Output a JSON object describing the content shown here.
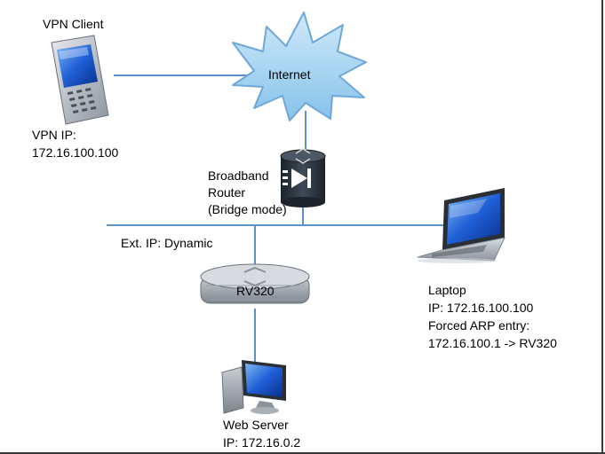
{
  "nodes": {
    "vpn_client": {
      "name": "VPN Client",
      "ip_label": "VPN IP:",
      "ip": "172.16.100.100"
    },
    "internet": {
      "label": "Internet"
    },
    "broadband_router": {
      "line1": "Broadband",
      "line2": "Router",
      "line3": "(Bridge mode)"
    },
    "ext_ip": {
      "label": "Ext. IP: Dynamic"
    },
    "rv320": {
      "label": "RV320"
    },
    "laptop": {
      "name": "Laptop",
      "ip": "IP: 172.16.100.100",
      "arp_label": "Forced ARP entry:",
      "arp_value": "172.16.100.1 -> RV320"
    },
    "web_server": {
      "name": "Web Server",
      "ip": "IP: 172.16.0.2"
    }
  },
  "colors": {
    "link": "#5b8fcd",
    "cloud": "#9fd0f0",
    "cloud_stroke": "#6ea7d8",
    "router_body": "#2d3540",
    "firewall": "#9aa0a8"
  },
  "icons": [
    "smartphone-icon",
    "cloud-icon",
    "router-icon",
    "firewall-router-icon",
    "laptop-icon",
    "server-computer-icon"
  ]
}
